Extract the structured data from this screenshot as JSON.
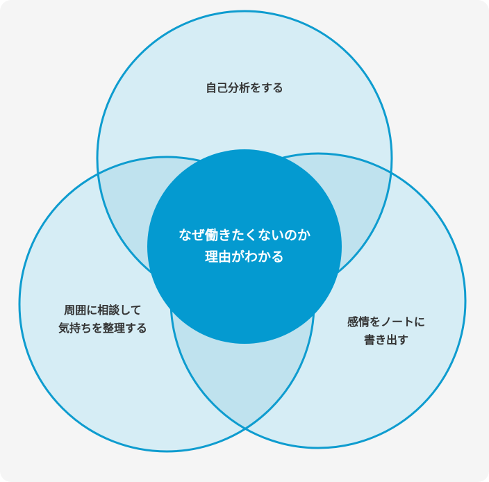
{
  "colors": {
    "background": "#f5f5f5",
    "circle_fill": "#d6edf5",
    "overlap_fill": "#bfe2ee",
    "stroke": "#0e9ccf",
    "center_fill": "#049ad0",
    "text": "#333333",
    "center_text": "#ffffff"
  },
  "diagram": {
    "center": {
      "line1": "なぜ働きたくないのか",
      "line2": "理由がわかる"
    },
    "top": {
      "line1": "自己分析をする"
    },
    "left": {
      "line1": "周囲に相談して",
      "line2": "気持ちを整理する"
    },
    "right": {
      "line1": "感情をノートに",
      "line2": "書き出す"
    }
  }
}
